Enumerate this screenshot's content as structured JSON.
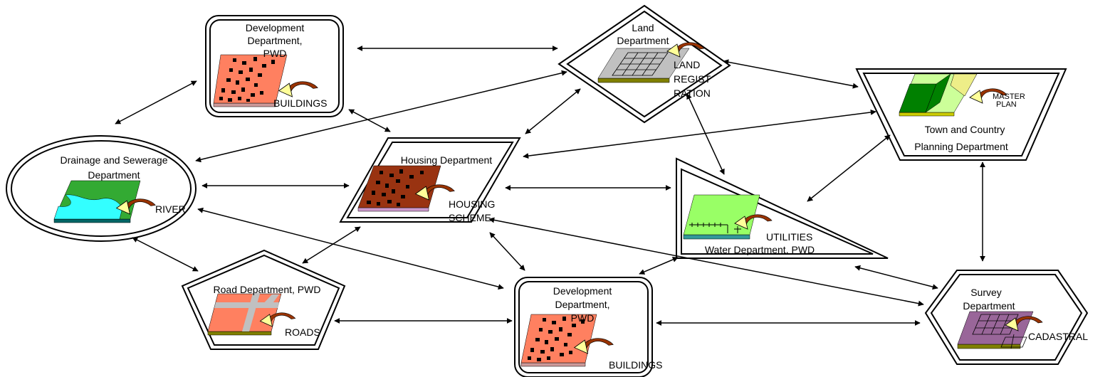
{
  "nodes": {
    "dev_top": {
      "title": [
        "Development",
        "Department,",
        "PWD"
      ],
      "layer": "BUILDINGS"
    },
    "land": {
      "title": [
        "Land",
        "Department"
      ],
      "layer": [
        "LAND",
        "REGIST",
        "RATION"
      ]
    },
    "planning": {
      "title": [
        "Town and Country",
        "Planning Department"
      ],
      "layer": [
        "MASTER",
        "PLAN"
      ]
    },
    "drainage": {
      "title": [
        "Drainage and Sewerage",
        "Department"
      ],
      "layer": "RIVER"
    },
    "housing": {
      "title": "Housing Department",
      "layer": [
        "HOUSING",
        "SCHEME"
      ]
    },
    "water": {
      "title": "Water Department, PWD",
      "layer": "UTILITIES"
    },
    "road": {
      "title": "Road Department, PWD",
      "layer": "ROADS"
    },
    "dev_bottom": {
      "title": [
        "Development",
        "Department,",
        "PWD"
      ],
      "layer": "BUILDINGS"
    },
    "survey": {
      "title": [
        "Survey",
        "Department"
      ],
      "layer": "CADASTRAL"
    }
  },
  "colors": {
    "buildings_ground": "#ff8060",
    "housing_ground": "#993311",
    "land_ground": "#c0c0c0",
    "planning_ground": "#008000",
    "planning_field": "#ccff99",
    "river_ground": "#33aa33",
    "river_water": "#33ffff",
    "utilities_ground": "#99ff66",
    "road_ground": "#ff8060",
    "cadastral_ground": "#996699",
    "arrow_body": "#ffff99",
    "arrow_head": "#993300"
  },
  "icons": [
    "buildings-layer-icon",
    "land-registration-layer-icon",
    "master-plan-layer-icon",
    "river-layer-icon",
    "housing-scheme-layer-icon",
    "utilities-layer-icon",
    "roads-layer-icon",
    "cadastral-layer-icon",
    "curved-arrow-icon"
  ]
}
